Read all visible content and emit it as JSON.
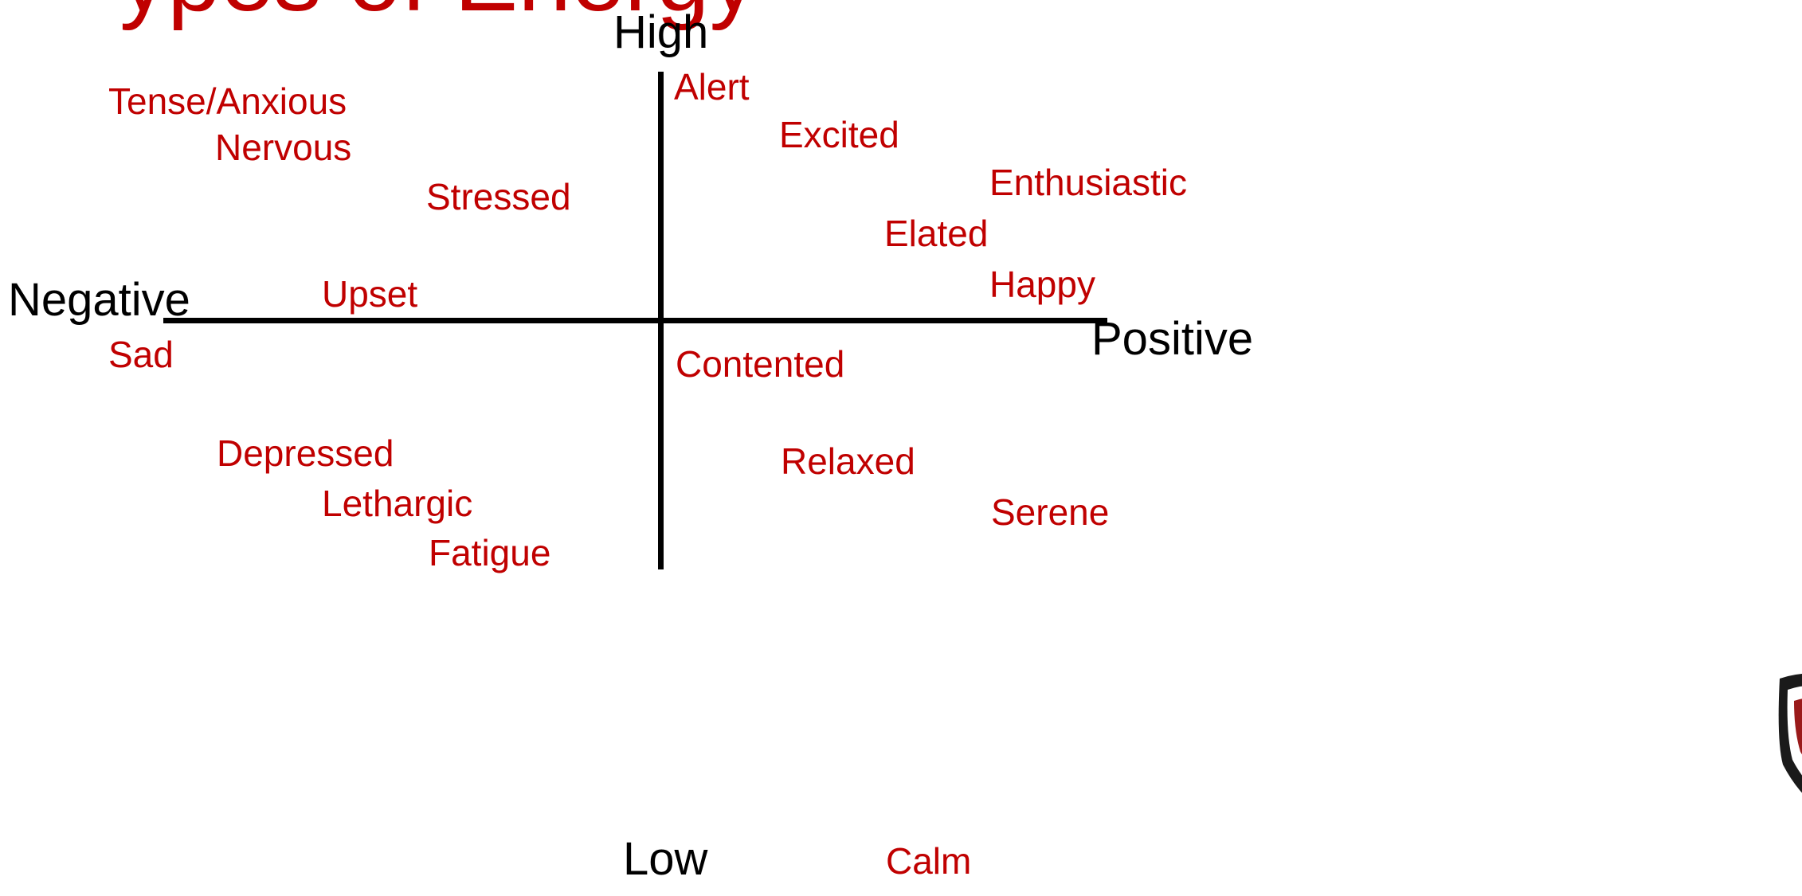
{
  "slide": {
    "title_partial": "ypes of Energy"
  },
  "axes": {
    "top_label": "High",
    "bottom_label": "Low",
    "left_label": "Negative",
    "right_label": "Positive"
  },
  "emotions": {
    "tense_anxious": "Tense/Anxious",
    "nervous": "Nervous",
    "stressed": "Stressed",
    "upset": "Upset",
    "sad": "Sad",
    "depressed": "Depressed",
    "lethargic": "Lethargic",
    "fatigue": "Fatigue",
    "alert": "Alert",
    "excited": "Excited",
    "enthusiastic": "Enthusiastic",
    "elated": "Elated",
    "happy": "Happy",
    "contented": "Contented",
    "relaxed": "Relaxed",
    "serene": "Serene",
    "calm": "Calm"
  },
  "colors": {
    "emotion_text": "#c00000",
    "axis": "#000000"
  },
  "icons": {
    "corner_logo": "crest-shield-icon"
  }
}
